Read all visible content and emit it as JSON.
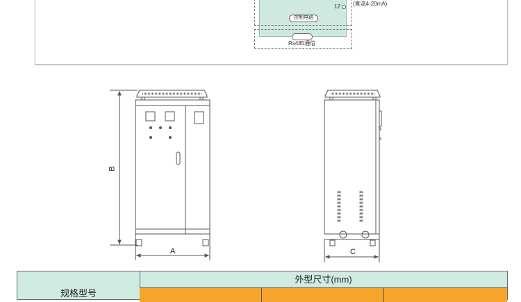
{
  "wiring_diagram": {
    "terminal_number": "12",
    "analog_output_label": "(直流4-20mA)",
    "control_circuit_label": "控制电路",
    "rs485_label": "Rs485通信",
    "panel_color": "#cfe9e0"
  },
  "front_view": {
    "height_dimension_label": "B",
    "width_dimension_label": "A"
  },
  "side_view": {
    "depth_dimension_label": "C"
  },
  "spec_table": {
    "model_header": "规格型号",
    "dimensions_header": "外型尺寸(mm)",
    "sub_headers": [
      "",
      "",
      ""
    ],
    "header_bg": "#d0ebe1",
    "subheader_bg": "#f6a42a"
  }
}
